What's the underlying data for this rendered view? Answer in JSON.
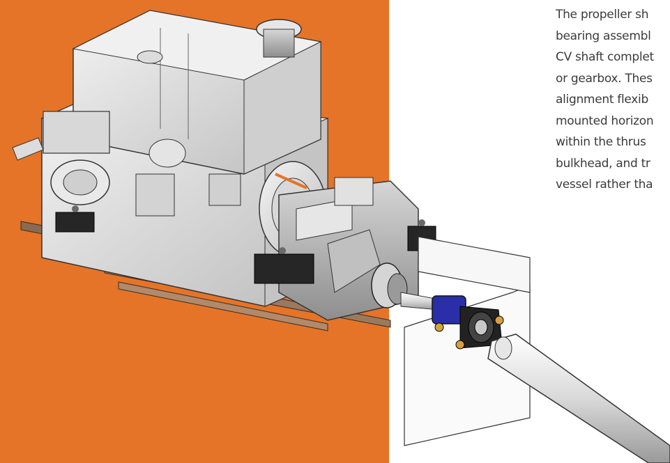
{
  "description_text": {
    "lines": [
      "The propeller sh",
      "bearing assembl",
      "CV shaft complet",
      "or gearbox. Thes",
      "alignment flexib",
      "mounted horizon",
      "within the thrus",
      "bulkhead, and tr",
      "vessel rather tha"
    ]
  },
  "colors": {
    "panel_orange": "#e57428",
    "bearing_blue": "#2a2fa8",
    "text_gray": "#3b3b3b"
  }
}
